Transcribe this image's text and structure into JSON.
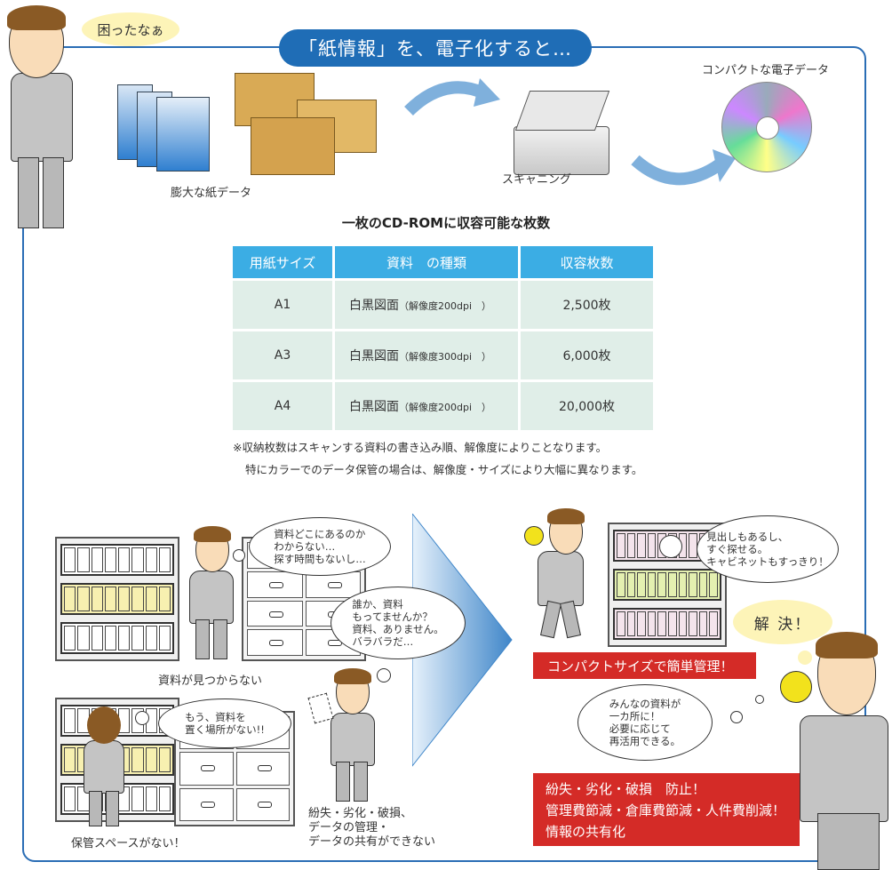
{
  "header": {
    "title": "「紙情報」を、電子化すると…",
    "worry_thought": "困ったなぁ"
  },
  "flow": {
    "paper_label": "膨大な紙データ",
    "scan_label": "スキャニング",
    "digital_label": "コンパクトな電子データ"
  },
  "capacity": {
    "title": "一枚のCD-ROMに収容可能な枚数",
    "headers": [
      "用紙サイズ",
      "資料　の種類",
      "収容枚数"
    ],
    "rows": [
      {
        "size": "A1",
        "type": "白黒図面",
        "resolution": "（解像度200dpi　）",
        "count": "2,500枚"
      },
      {
        "size": "A3",
        "type": "白黒図面",
        "resolution": "（解像度300dpi　）",
        "count": "6,000枚"
      },
      {
        "size": "A4",
        "type": "白黒図面",
        "resolution": "（解像度200dpi　）",
        "count": "20,000枚"
      }
    ],
    "notes": [
      "※収納枚数はスキャンする資料の書き込み順、解像度によりことなります。",
      "特にカラーでのデータ保管の場合は、解像度・サイズにより大幅に異なります。"
    ]
  },
  "problems": {
    "bubble1": "資料どこにあるのか\nわからない…\n探す時間もないし…",
    "bubble2": "誰か、資料\nもってませんか？\n資料、ありません。\nバラバラだ…",
    "bubble3": "もう、資料を\n置く場所がない!!",
    "label_not_found": "資料が見つからない",
    "label_no_space": "保管スペースがない！",
    "label_loss": "紛失・劣化・破損、\nデータの管理・\nデータの共有ができない"
  },
  "solutions": {
    "bubble_found": "見出しもあるし、\nすぐ探せる。\nキャビネットもすっきり！",
    "solved": "解 決！",
    "compact_banner": "コンパクトサイズで簡単管理！",
    "bubble_share": "みんなの資料が\n一カ所に！\n必要に応じて\n再活用できる。",
    "benefits": [
      "紛失・劣化・破損　防止！",
      "管理費節減・倉庫費節減・人件費削減！",
      "情報の共有化"
    ]
  },
  "colors": {
    "frame": "#2a6db5",
    "header": "#3badE4",
    "cell": "#e0eee8",
    "red": "#d42b27",
    "thought": "#fdf4b8"
  }
}
